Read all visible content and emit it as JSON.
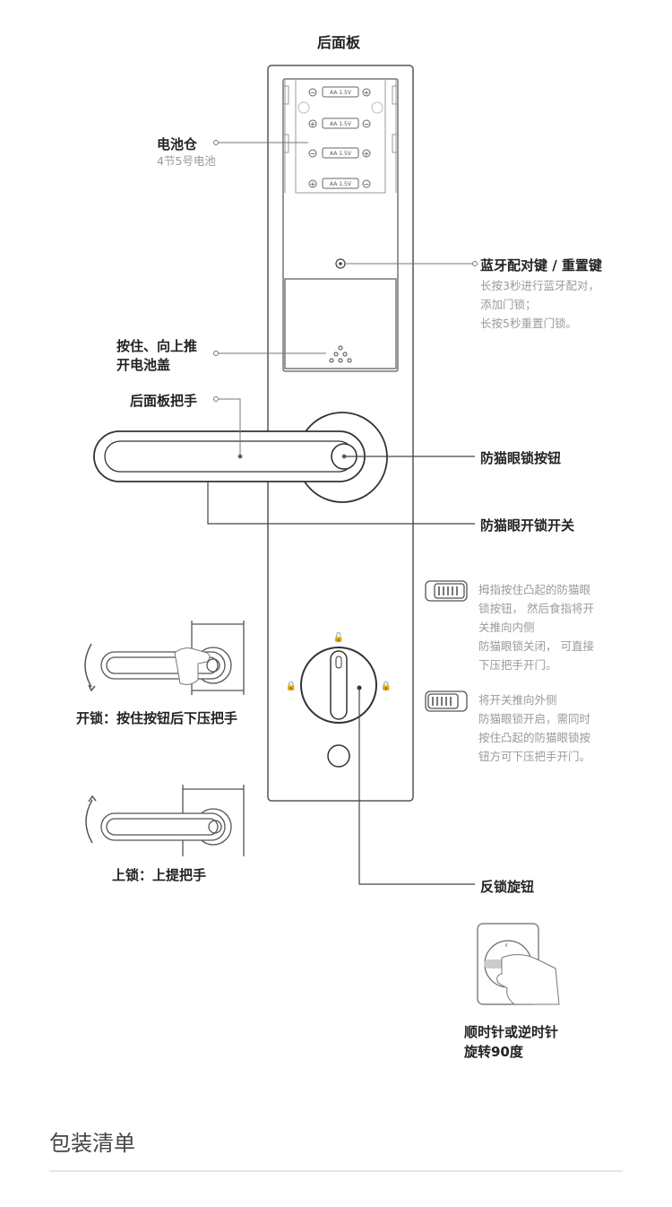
{
  "page_title": "后面板",
  "battery": {
    "label": "电池仓",
    "sub": "4节5号电池",
    "cell_text": "AA 1.5V"
  },
  "bluetooth": {
    "label": "蓝牙配对键 / 重置键",
    "lines": [
      "长按3秒进行蓝牙配对，",
      "添加门锁；",
      "长按5秒重置门锁。"
    ]
  },
  "cover": {
    "lines": [
      "按住、向上推",
      "开电池盖"
    ]
  },
  "handle": {
    "label": "后面板把手"
  },
  "cat_button": {
    "label": "防猫眼锁按钮"
  },
  "cat_switch": {
    "label": "防猫眼开锁开关"
  },
  "switch_closed": {
    "lines": [
      "拇指按住凸起的防猫眼",
      "锁按钮， 然后食指将开",
      "关推向内侧",
      "防猫眼锁关闭， 可直接",
      "下压把手开门。"
    ]
  },
  "switch_open": {
    "lines": [
      "将开关推向外侧",
      "防猫眼锁开启，需同时",
      "按住凸起的防猫眼锁按",
      "钮方可下压把手开门。"
    ]
  },
  "unlock": {
    "label": "开锁：按住按钮后下压把手"
  },
  "lock": {
    "label": "上锁：上提把手"
  },
  "knob": {
    "label": "反锁旋钮"
  },
  "rotate": {
    "lines": [
      "顺时针或逆时针",
      "旋转90度"
    ]
  },
  "section_title": "包装清单"
}
